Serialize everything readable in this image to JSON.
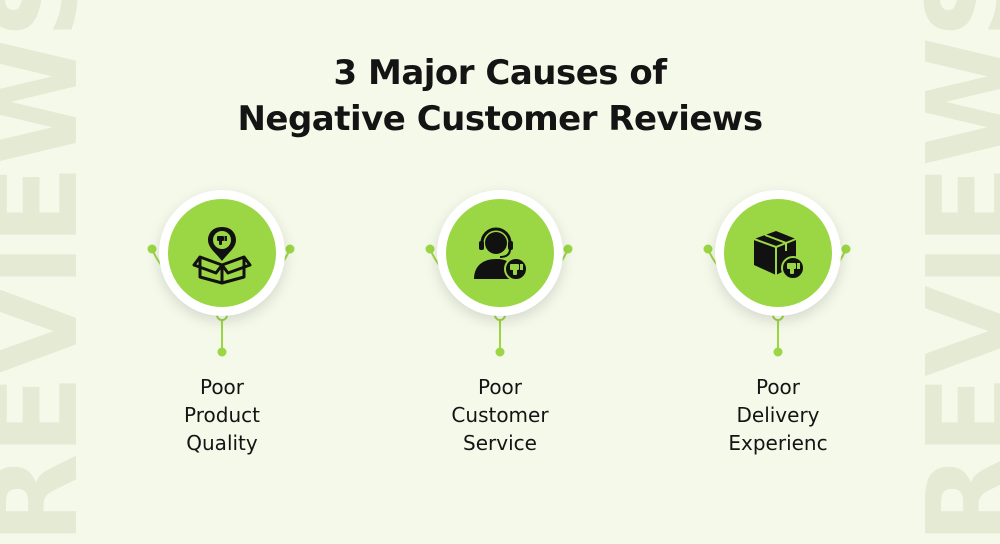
{
  "watermark": {
    "left_text": "REVIEWS",
    "right_text": "REVIEWS"
  },
  "title": {
    "line1": "3 Major Causes of",
    "line2": "Negative Customer Reviews"
  },
  "causes": [
    {
      "lines": [
        "Poor",
        "Product",
        "Quality"
      ],
      "icon": "product-box-thumbs-down-icon"
    },
    {
      "lines": [
        "Poor",
        "Customer",
        "Service"
      ],
      "icon": "support-agent-thumbs-down-icon"
    },
    {
      "lines": [
        "Poor",
        "Delivery",
        "Experienc"
      ],
      "icon": "package-thumbs-down-icon"
    }
  ],
  "colors": {
    "background": "#f5f9ea",
    "accent": "#9bd744",
    "watermark": "#e4ead4",
    "text": "#141414"
  }
}
